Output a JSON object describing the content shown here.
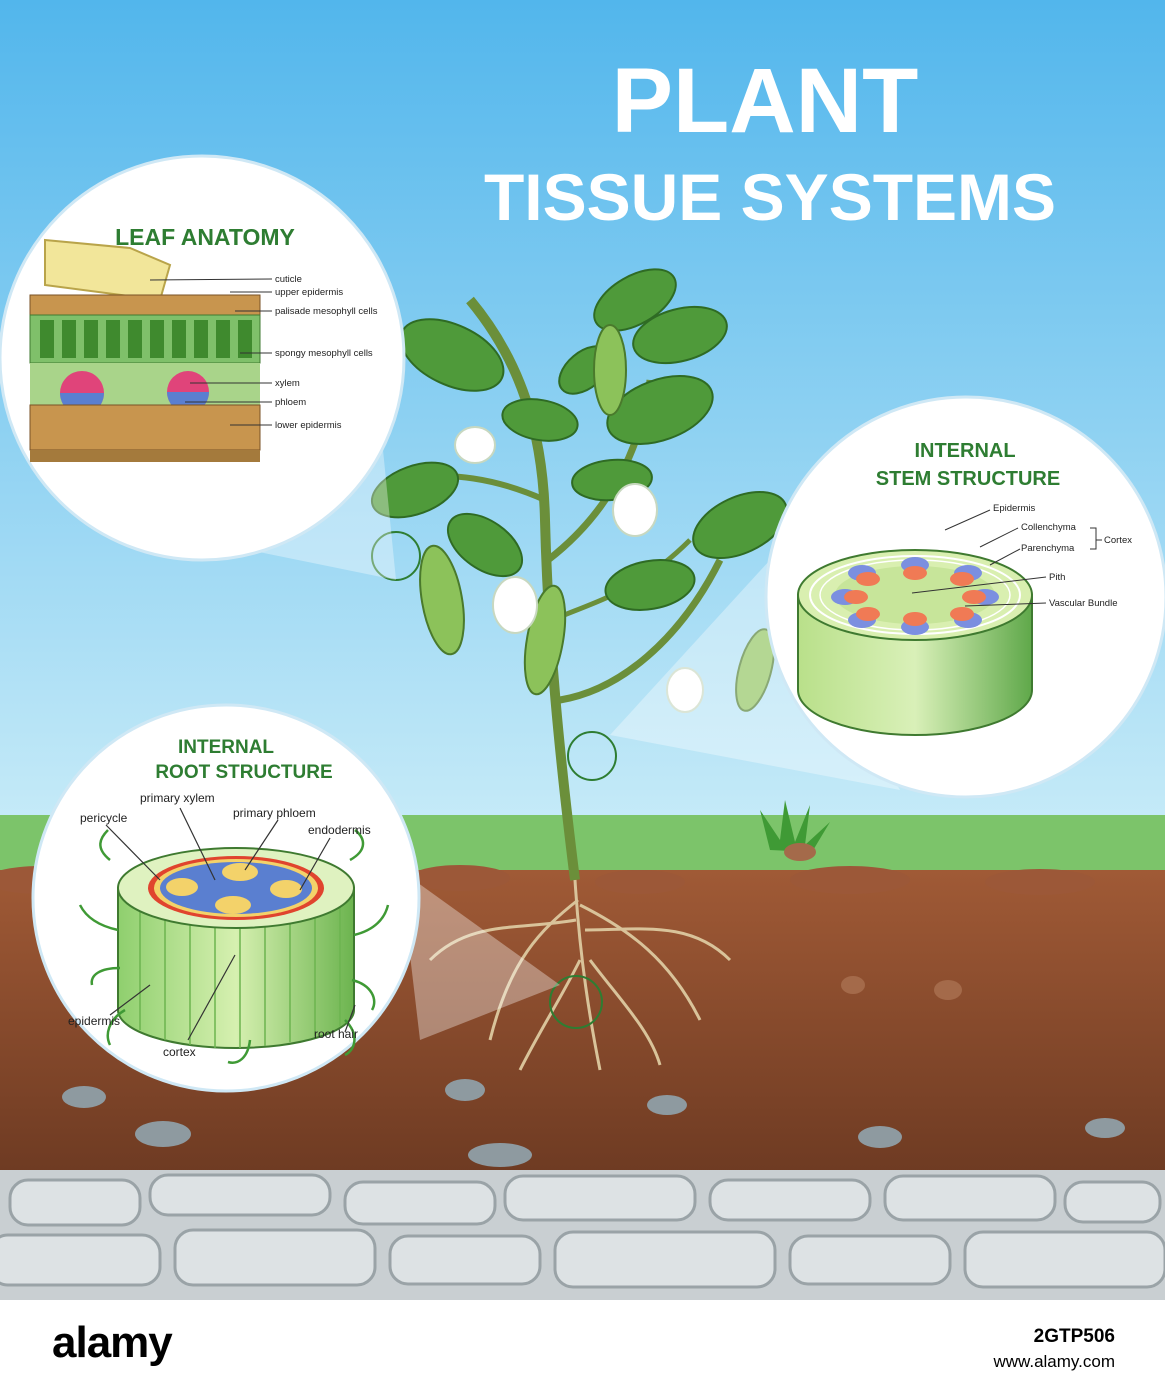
{
  "title": {
    "line1": "PLANT",
    "line2": "TISSUE SYSTEMS"
  },
  "leaf": {
    "heading": "LEAF ANATOMY",
    "labels": [
      "cuticle",
      "upper epidermis",
      "palisade mesophyll cells",
      "spongy mesophyll cells",
      "xylem",
      "phloem",
      "lower epidermis"
    ]
  },
  "stem": {
    "heading1": "INTERNAL",
    "heading2": "STEM STRUCTURE",
    "labels": {
      "epidermis": "Epidermis",
      "collenchyma": "Collenchyma",
      "parenchyma": "Parenchyma",
      "cortex": "Cortex",
      "pith": "Pith",
      "vascular": "Vascular Bundle"
    }
  },
  "root": {
    "heading1": "INTERNAL",
    "heading2": "ROOT STRUCTURE",
    "labels": {
      "pericycle": "pericycle",
      "xylem": "primary xylem",
      "phloem": "primary phloem",
      "endodermis": "endodermis",
      "epidermis": "epidermis",
      "cortex": "cortex",
      "roothair": "root hair"
    }
  },
  "colors": {
    "sky": "#6ec3ef",
    "grass": "#7cc46a",
    "soil": "#8b4a2e",
    "rock": "#c9cfd2",
    "heading": "#2e7d32"
  },
  "footer": {
    "brand": "alamy",
    "image_id": "2GTP506",
    "site": "www.alamy.com"
  }
}
